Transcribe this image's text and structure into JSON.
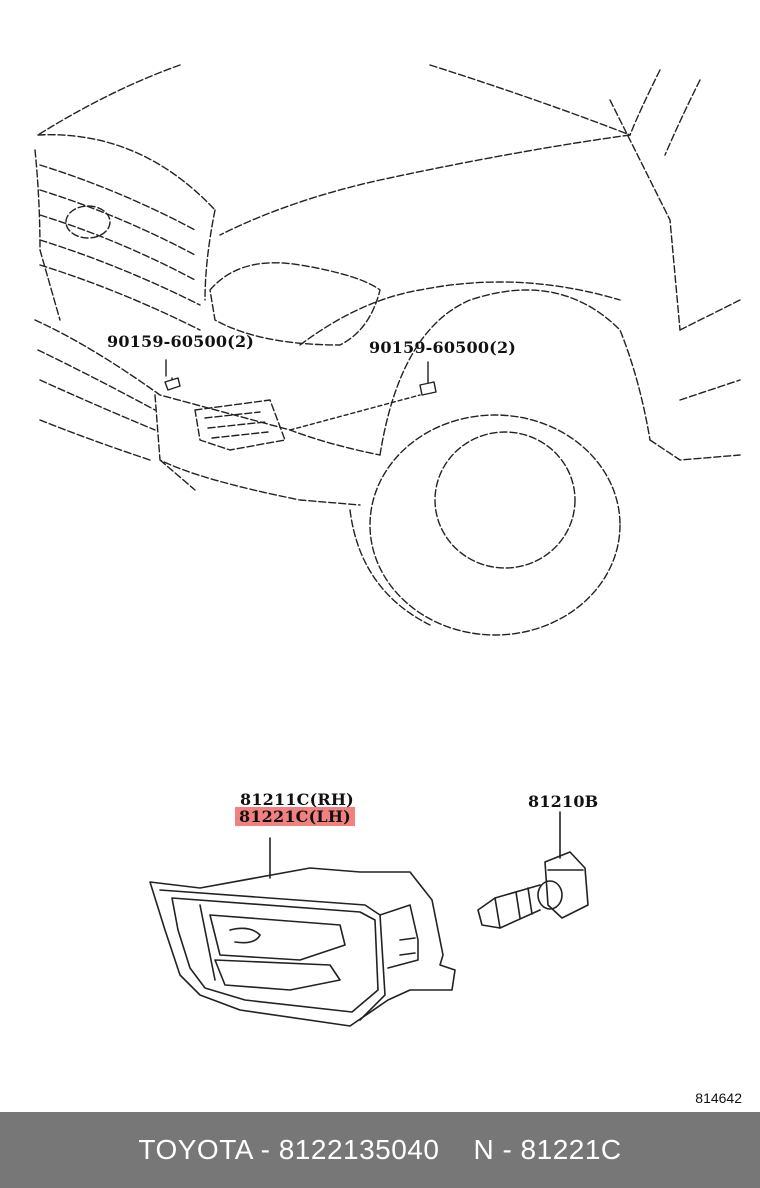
{
  "diagram": {
    "callouts": {
      "bolt_left": "90159-60500(2)",
      "bolt_right": "90159-60500(2)",
      "lamp_rh": "81211C(RH)",
      "lamp_lh": "81221C(LH)",
      "bulb": "81210B"
    },
    "highlight_color": "#eb5050",
    "diagram_id": "814642"
  },
  "footer": {
    "part_number": "TOYOTA - 8122135040",
    "catalog_ref": "N - 81221C",
    "background_color": "#777777"
  }
}
